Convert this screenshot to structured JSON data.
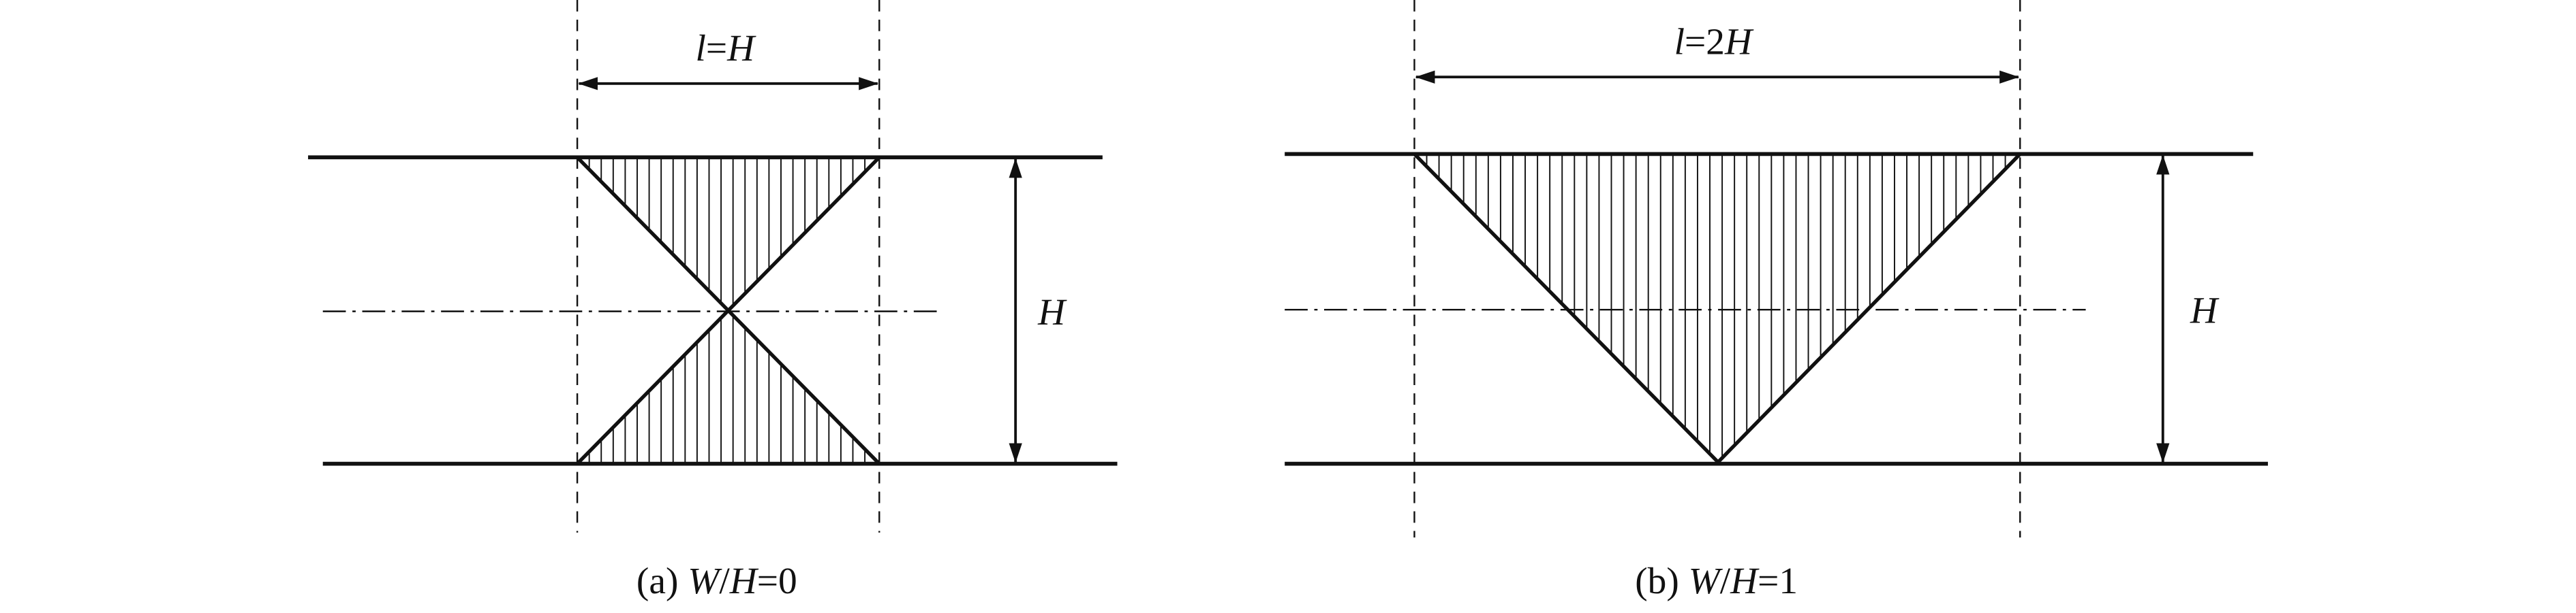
{
  "colors": {
    "background": "#ffffff",
    "ink": "#111111"
  },
  "panel_a": {
    "dimension_top": {
      "var": "l",
      "eq": "=",
      "rhs": "H"
    },
    "dimension_right": "H",
    "caption": {
      "prefix": "(a) ",
      "w": "W",
      "slash": "/",
      "h": "H",
      "rest": "=0"
    }
  },
  "panel_b": {
    "dimension_top": {
      "var": "l",
      "eq": "=2",
      "rhs": "H"
    },
    "dimension_right": "H",
    "caption": {
      "prefix": "(b) ",
      "w": "W",
      "slash": "/",
      "h": "H",
      "rest": "=1"
    }
  }
}
